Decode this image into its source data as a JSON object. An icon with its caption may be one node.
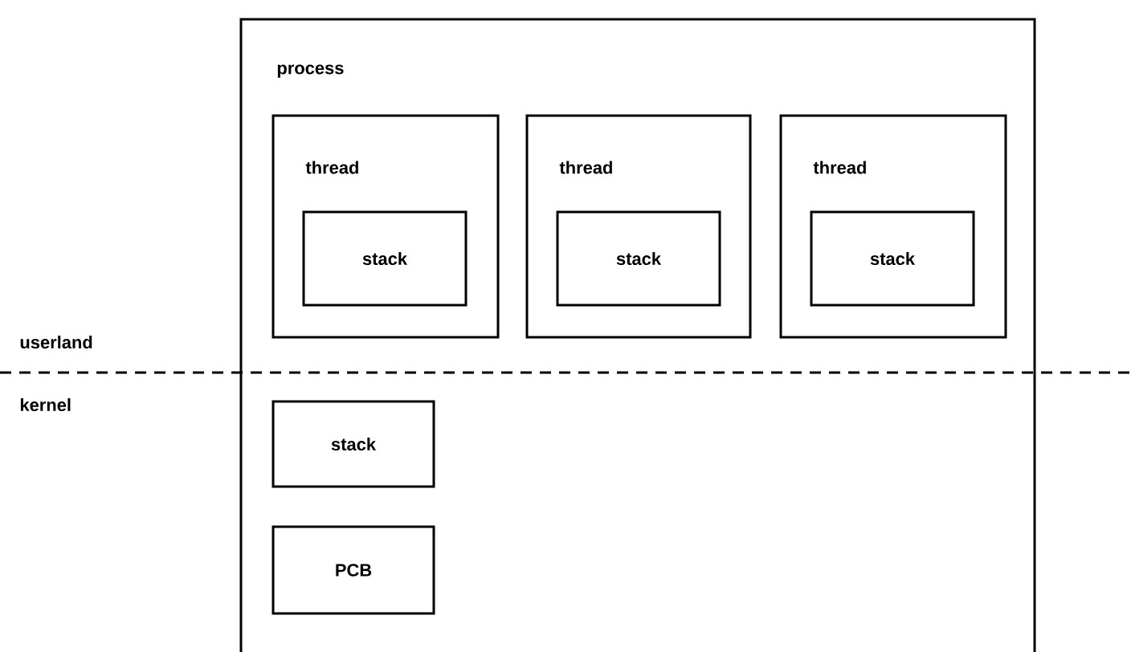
{
  "diagram": {
    "nodes": [
      {
        "text": [
          "process"
        ]
      },
      {
        "text": [
          "thread"
        ],
        "in": 0
      },
      {
        "text": [
          "stack"
        ],
        "in": 1
      },
      {
        "text": [
          "thread"
        ],
        "in": 0
      },
      {
        "text": [
          "stack"
        ],
        "in": 3
      },
      {
        "text": [
          "thread"
        ],
        "in": 0
      },
      {
        "text": [
          "stack"
        ],
        "in": 5
      },
      {
        "text": [
          "stack"
        ],
        "in": 0
      },
      {
        "text": [
          "PCB"
        ],
        "in": 0
      }
    ],
    "labels": [
      "userland",
      "kernel"
    ]
  }
}
